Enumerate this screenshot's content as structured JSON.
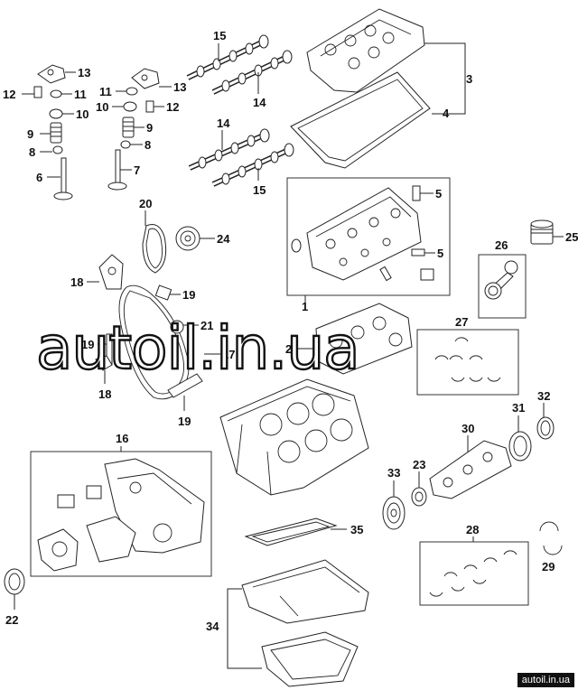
{
  "diagram": {
    "callouts": {
      "c1": "1",
      "c2": "2",
      "c3": "3",
      "c4": "4",
      "c5a": "5",
      "c5b": "5",
      "c6": "6",
      "c7": "7",
      "c8a": "8",
      "c8b": "8",
      "c9a": "9",
      "c9b": "9",
      "c10a": "10",
      "c10b": "10",
      "c11a": "11",
      "c11b": "11",
      "c12a": "12",
      "c12b": "12",
      "c13a": "13",
      "c13b": "13",
      "c14a": "14",
      "c14b": "14",
      "c15a": "15",
      "c15b": "15",
      "c16": "16",
      "c17": "17",
      "c18a": "18",
      "c18b": "18",
      "c19a": "19",
      "c19b": "19",
      "c19c": "19",
      "c20": "20",
      "c21": "21",
      "c22": "22",
      "c23": "23",
      "c24": "24",
      "c25": "25",
      "c26": "26",
      "c27": "27",
      "c28": "28",
      "c29": "29",
      "c30": "30",
      "c31": "31",
      "c32": "32",
      "c33": "33",
      "c34": "34",
      "c35": "35"
    },
    "watermark": "autoil.in.ua",
    "site_badge": "autoil.in.ua"
  }
}
